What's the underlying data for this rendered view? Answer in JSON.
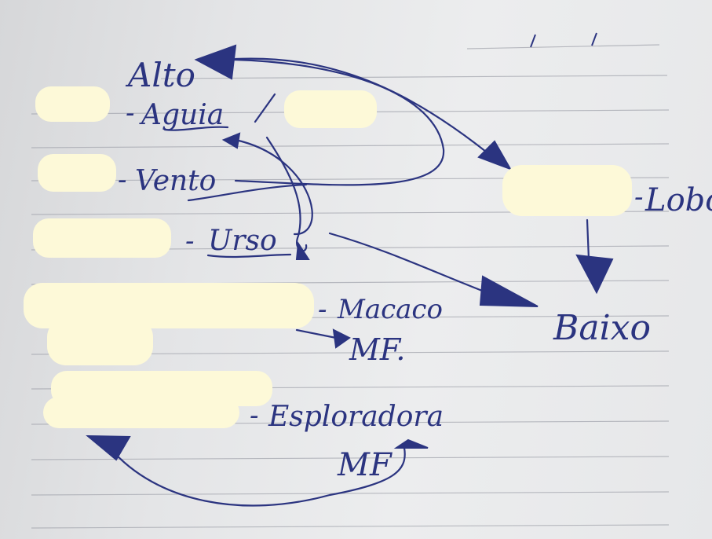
{
  "notes": {
    "words": {
      "alto": "Alto",
      "aguia": "Aguia",
      "vento": "Vento",
      "urso": "Urso",
      "lobo": "Lobo",
      "macaco": "Macaco",
      "mf_1": "MF.",
      "baixo": "Baixo",
      "esploradora": "Esploradora",
      "mf_2": "MF"
    },
    "ink_color": "#2b3480",
    "redaction_color": "#fdf9d8"
  }
}
